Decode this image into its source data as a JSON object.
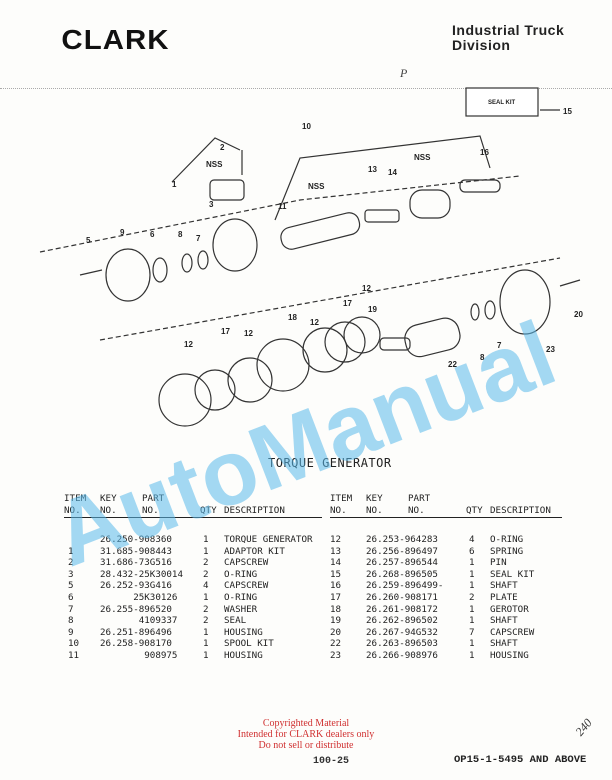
{
  "header": {
    "logo": "CLARK",
    "division_line1": "Industrial Truck",
    "division_line2": "Division",
    "handwritten_mark": "P"
  },
  "diagram": {
    "callouts": [
      "1",
      "2",
      "NSS",
      "3",
      "11",
      "10",
      "NSS",
      "13",
      "14",
      "NSS",
      "16",
      "15",
      "SEAL KIT",
      "5",
      "9",
      "6",
      "8",
      "7",
      "12",
      "17",
      "19",
      "20",
      "18",
      "12",
      "17",
      "12",
      "22",
      "8",
      "7",
      "23",
      "12"
    ]
  },
  "title": "TORQUE GENERATOR",
  "table": {
    "headers": {
      "item": [
        "ITEM",
        "NO."
      ],
      "key": [
        "KEY",
        "NO."
      ],
      "part": [
        "PART",
        "NO."
      ],
      "qty": "QTY",
      "desc": "DESCRIPTION"
    },
    "left": [
      {
        "item": "",
        "part": "26.250-908360",
        "qty": "1",
        "desc": "TORQUE GENERATOR"
      },
      {
        "item": "1",
        "part": "31.685-908443",
        "qty": "1",
        "desc": "ADAPTOR KIT"
      },
      {
        "item": "2",
        "part": "31.686-73G516",
        "qty": "2",
        "desc": "CAPSCREW"
      },
      {
        "item": "3",
        "part": "28.432-25K30014",
        "qty": "2",
        "desc": "O-RING"
      },
      {
        "item": "5",
        "part": "26.252-93G416",
        "qty": "4",
        "desc": "CAPSCREW"
      },
      {
        "item": "6",
        "part": "      25K30126",
        "qty": "1",
        "desc": "O-RING"
      },
      {
        "item": "7",
        "part": "26.255-896520",
        "qty": "2",
        "desc": "WASHER"
      },
      {
        "item": "8",
        "part": "       4109337",
        "qty": "2",
        "desc": "SEAL"
      },
      {
        "item": "9",
        "part": "26.251-896496",
        "qty": "1",
        "desc": "HOUSING"
      },
      {
        "item": "10",
        "part": "26.258-908170",
        "qty": "1",
        "desc": "SPOOL KIT"
      },
      {
        "item": "11",
        "part": "        908975",
        "qty": "1",
        "desc": "HOUSING"
      }
    ],
    "right": [
      {
        "item": "12",
        "part": "26.253-964283",
        "qty": "4",
        "desc": "O-RING"
      },
      {
        "item": "13",
        "part": "26.256-896497",
        "qty": "6",
        "desc": "SPRING"
      },
      {
        "item": "14",
        "part": "26.257-896544",
        "qty": "1",
        "desc": "PIN"
      },
      {
        "item": "15",
        "part": "26.268-896505",
        "qty": "1",
        "desc": "SEAL KIT"
      },
      {
        "item": "16",
        "part": "26.259-896499-",
        "qty": "1",
        "desc": "SHAFT"
      },
      {
        "item": "17",
        "part": "26.260-908171",
        "qty": "2",
        "desc": "PLATE"
      },
      {
        "item": "18",
        "part": "26.261-908172",
        "qty": "1",
        "desc": "GEROTOR"
      },
      {
        "item": "19",
        "part": "26.262-896502",
        "qty": "1",
        "desc": "SHAFT"
      },
      {
        "item": "20",
        "part": "26.267-94G532",
        "qty": "7",
        "desc": "CAPSCREW"
      },
      {
        "item": "22",
        "part": "26.263-896503",
        "qty": "1",
        "desc": "SHAFT"
      },
      {
        "item": "23",
        "part": "26.266-908976",
        "qty": "1",
        "desc": "HOUSING"
      }
    ]
  },
  "watermark": "AutoManual",
  "footer": {
    "copyright": [
      "Copyrighted Material",
      "Intended for CLARK dealers only",
      "Do not sell or distribute"
    ],
    "page": "100-25",
    "model": "OP15-1-5495 AND ABOVE",
    "handwritten": "240"
  }
}
